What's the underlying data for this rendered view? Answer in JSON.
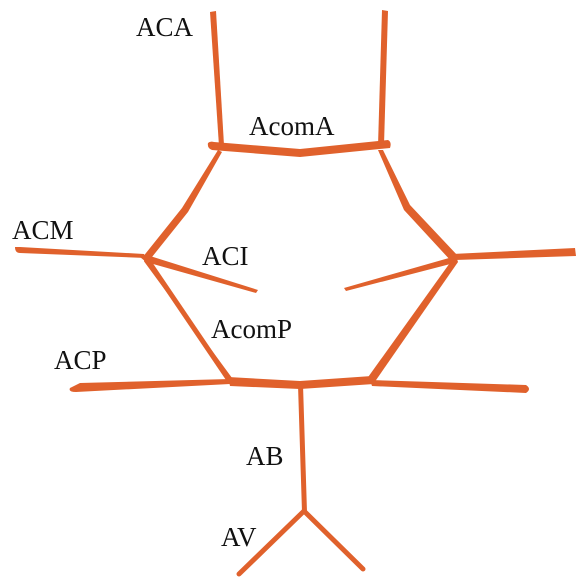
{
  "diagram": {
    "vessel_color": "#e0612c",
    "labels": {
      "aca": "ACA",
      "acoma": "AcomA",
      "acm": "ACM",
      "aci": "ACI",
      "acomp": "AcomP",
      "acp": "ACP",
      "ab": "AB",
      "av": "AV"
    }
  }
}
